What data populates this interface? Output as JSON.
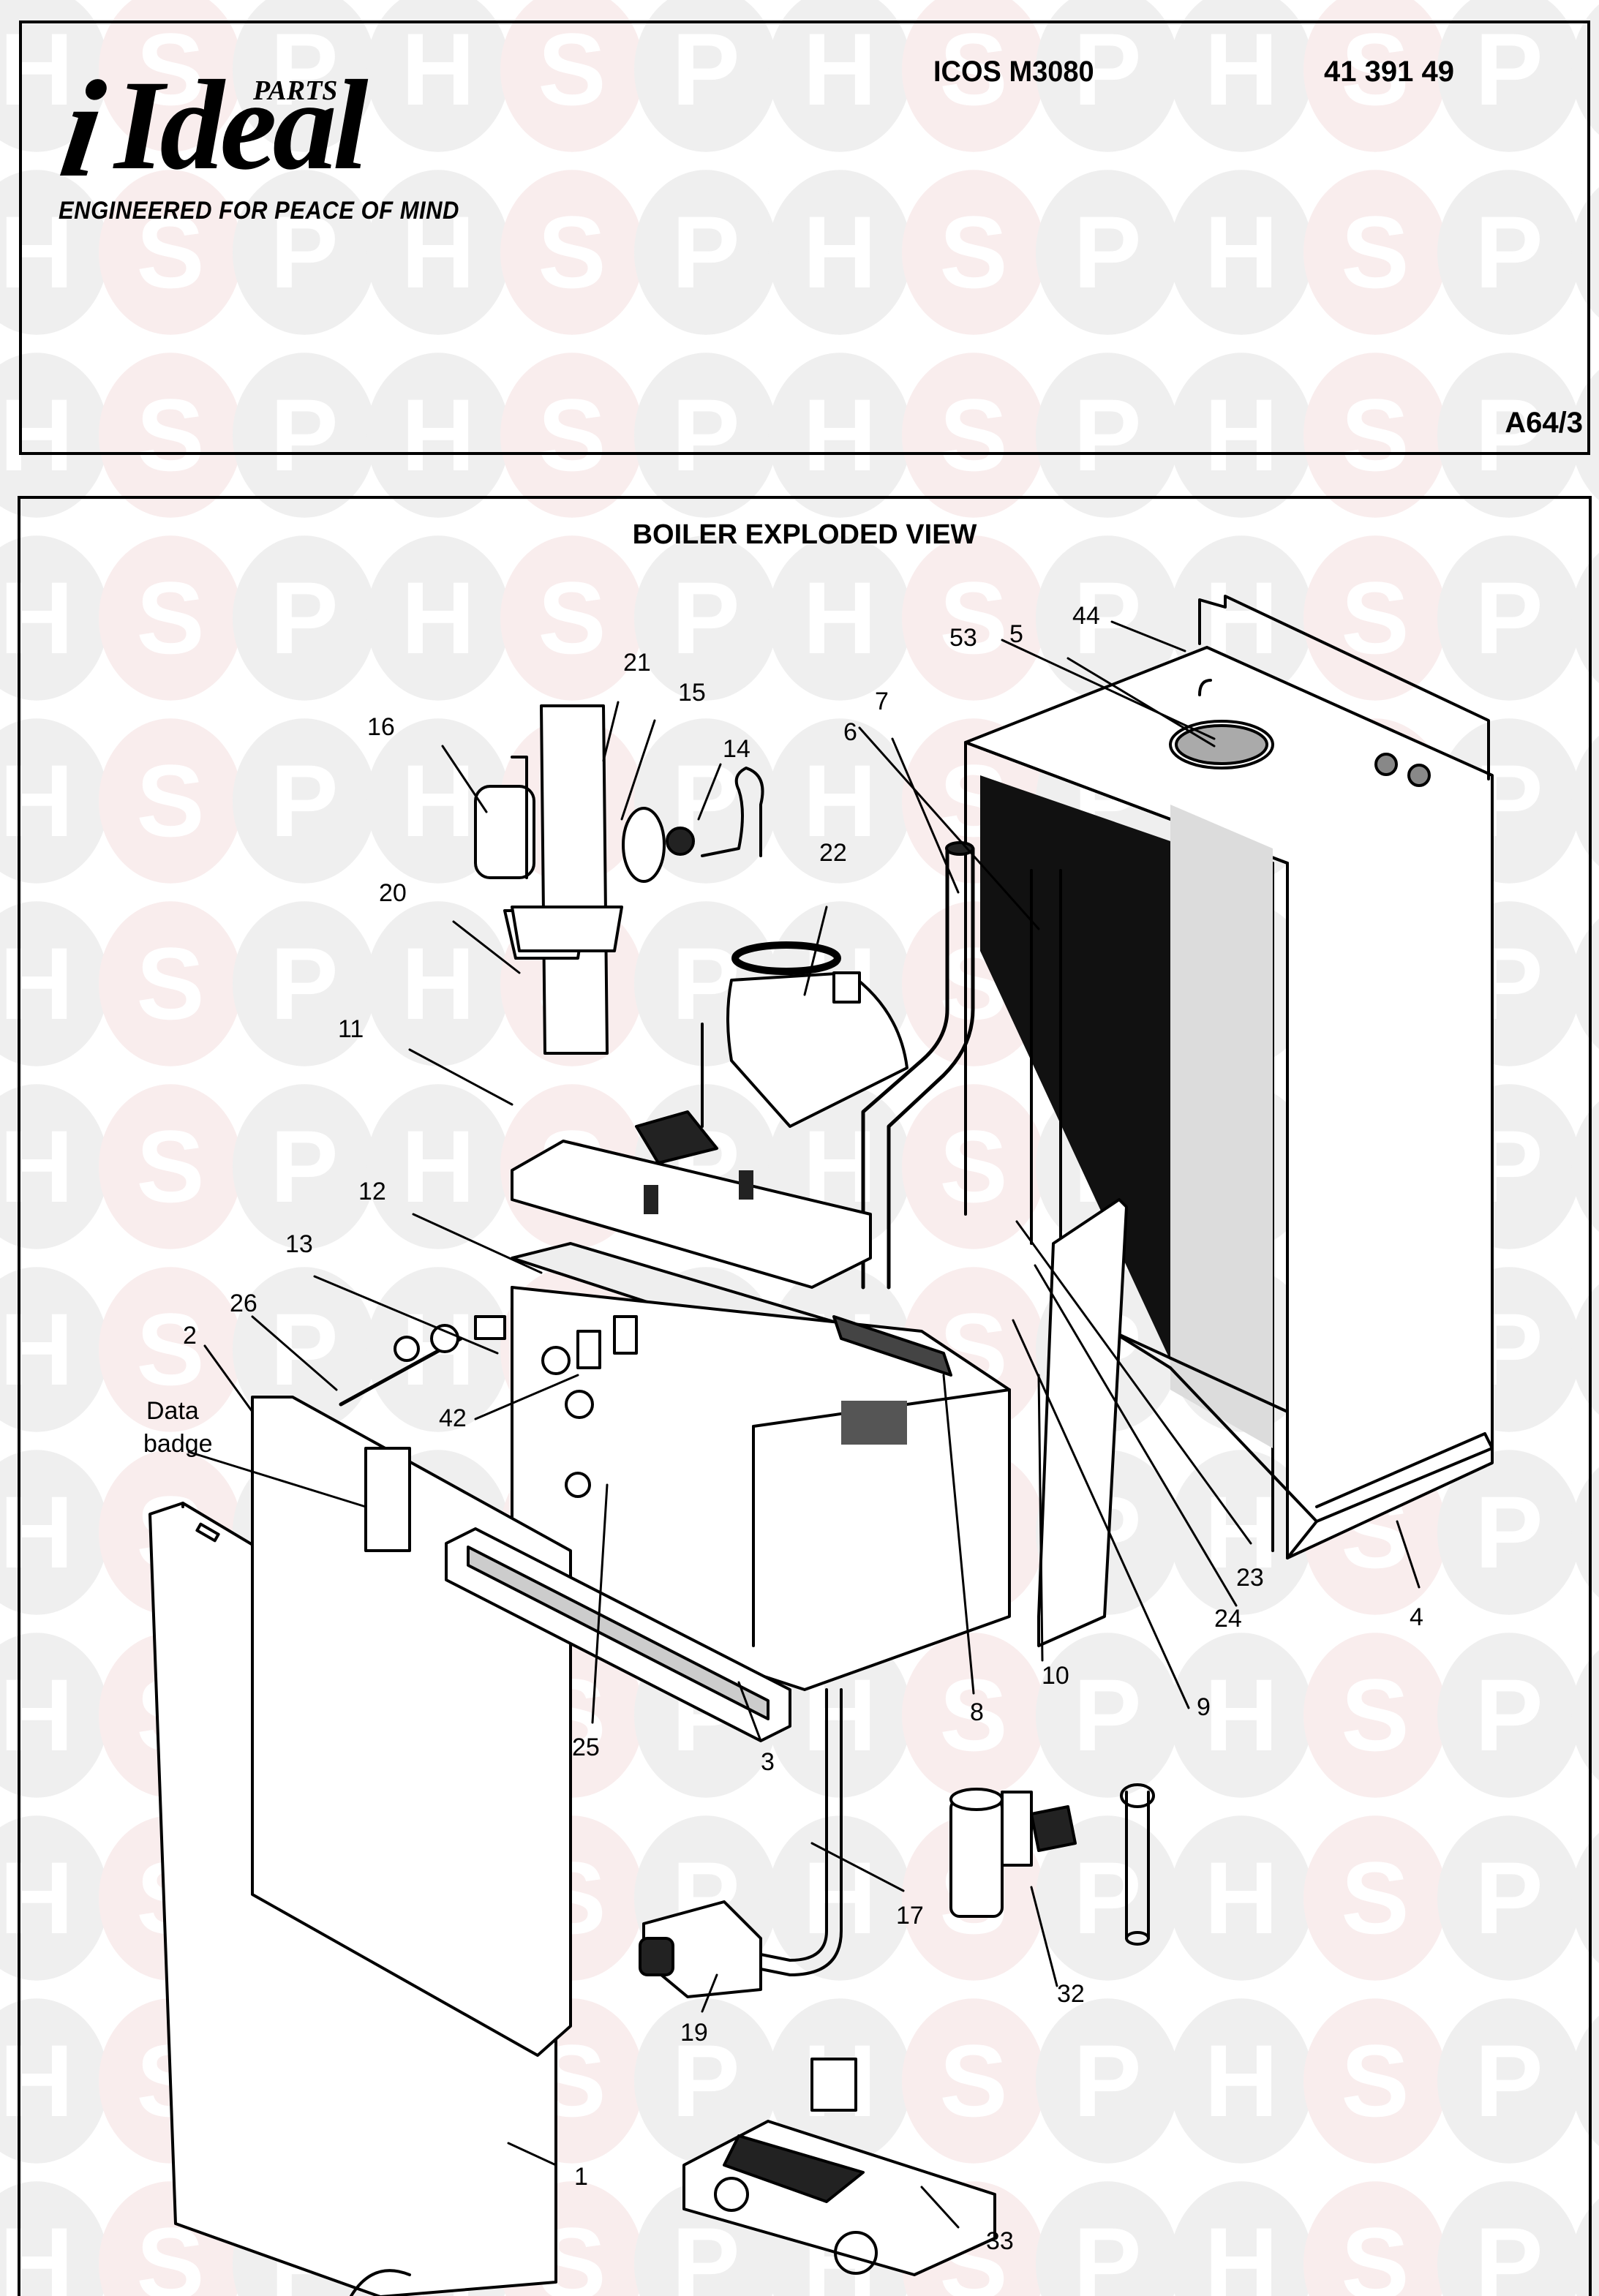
{
  "watermark": {
    "letters": [
      "H",
      "S",
      "P"
    ],
    "grey_circle_color": "#efefef",
    "red_circle_color": "#f9eded"
  },
  "header": {
    "brand_parts": "PARTS",
    "brand_i": "i",
    "brand_name": "Ideal",
    "tagline": "ENGINEERED FOR PEACE OF MIND",
    "model": "ICOS M3080",
    "gc_number": "41 391 49",
    "sheet_ref": "A64/3"
  },
  "diagram": {
    "title": "BOILER EXPLODED VIEW",
    "data_badge_label_line1": "Data",
    "data_badge_label_line2": "badge",
    "callouts": [
      {
        "id": "1",
        "label": "1"
      },
      {
        "id": "2",
        "label": "2"
      },
      {
        "id": "3",
        "label": "3"
      },
      {
        "id": "4",
        "label": "4"
      },
      {
        "id": "5",
        "label": "5"
      },
      {
        "id": "6",
        "label": "6"
      },
      {
        "id": "7",
        "label": "7"
      },
      {
        "id": "8",
        "label": "8"
      },
      {
        "id": "9",
        "label": "9"
      },
      {
        "id": "10",
        "label": "10"
      },
      {
        "id": "11",
        "label": "11"
      },
      {
        "id": "12",
        "label": "12"
      },
      {
        "id": "13",
        "label": "13"
      },
      {
        "id": "14",
        "label": "14"
      },
      {
        "id": "15",
        "label": "15"
      },
      {
        "id": "16",
        "label": "16"
      },
      {
        "id": "17",
        "label": "17"
      },
      {
        "id": "19",
        "label": "19"
      },
      {
        "id": "20",
        "label": "20"
      },
      {
        "id": "21",
        "label": "21"
      },
      {
        "id": "22",
        "label": "22"
      },
      {
        "id": "23",
        "label": "23"
      },
      {
        "id": "24",
        "label": "24"
      },
      {
        "id": "25",
        "label": "25"
      },
      {
        "id": "26",
        "label": "26"
      },
      {
        "id": "32",
        "label": "32"
      },
      {
        "id": "33",
        "label": "33"
      },
      {
        "id": "42",
        "label": "42"
      },
      {
        "id": "44",
        "label": "44"
      },
      {
        "id": "53",
        "label": "53"
      }
    ]
  }
}
